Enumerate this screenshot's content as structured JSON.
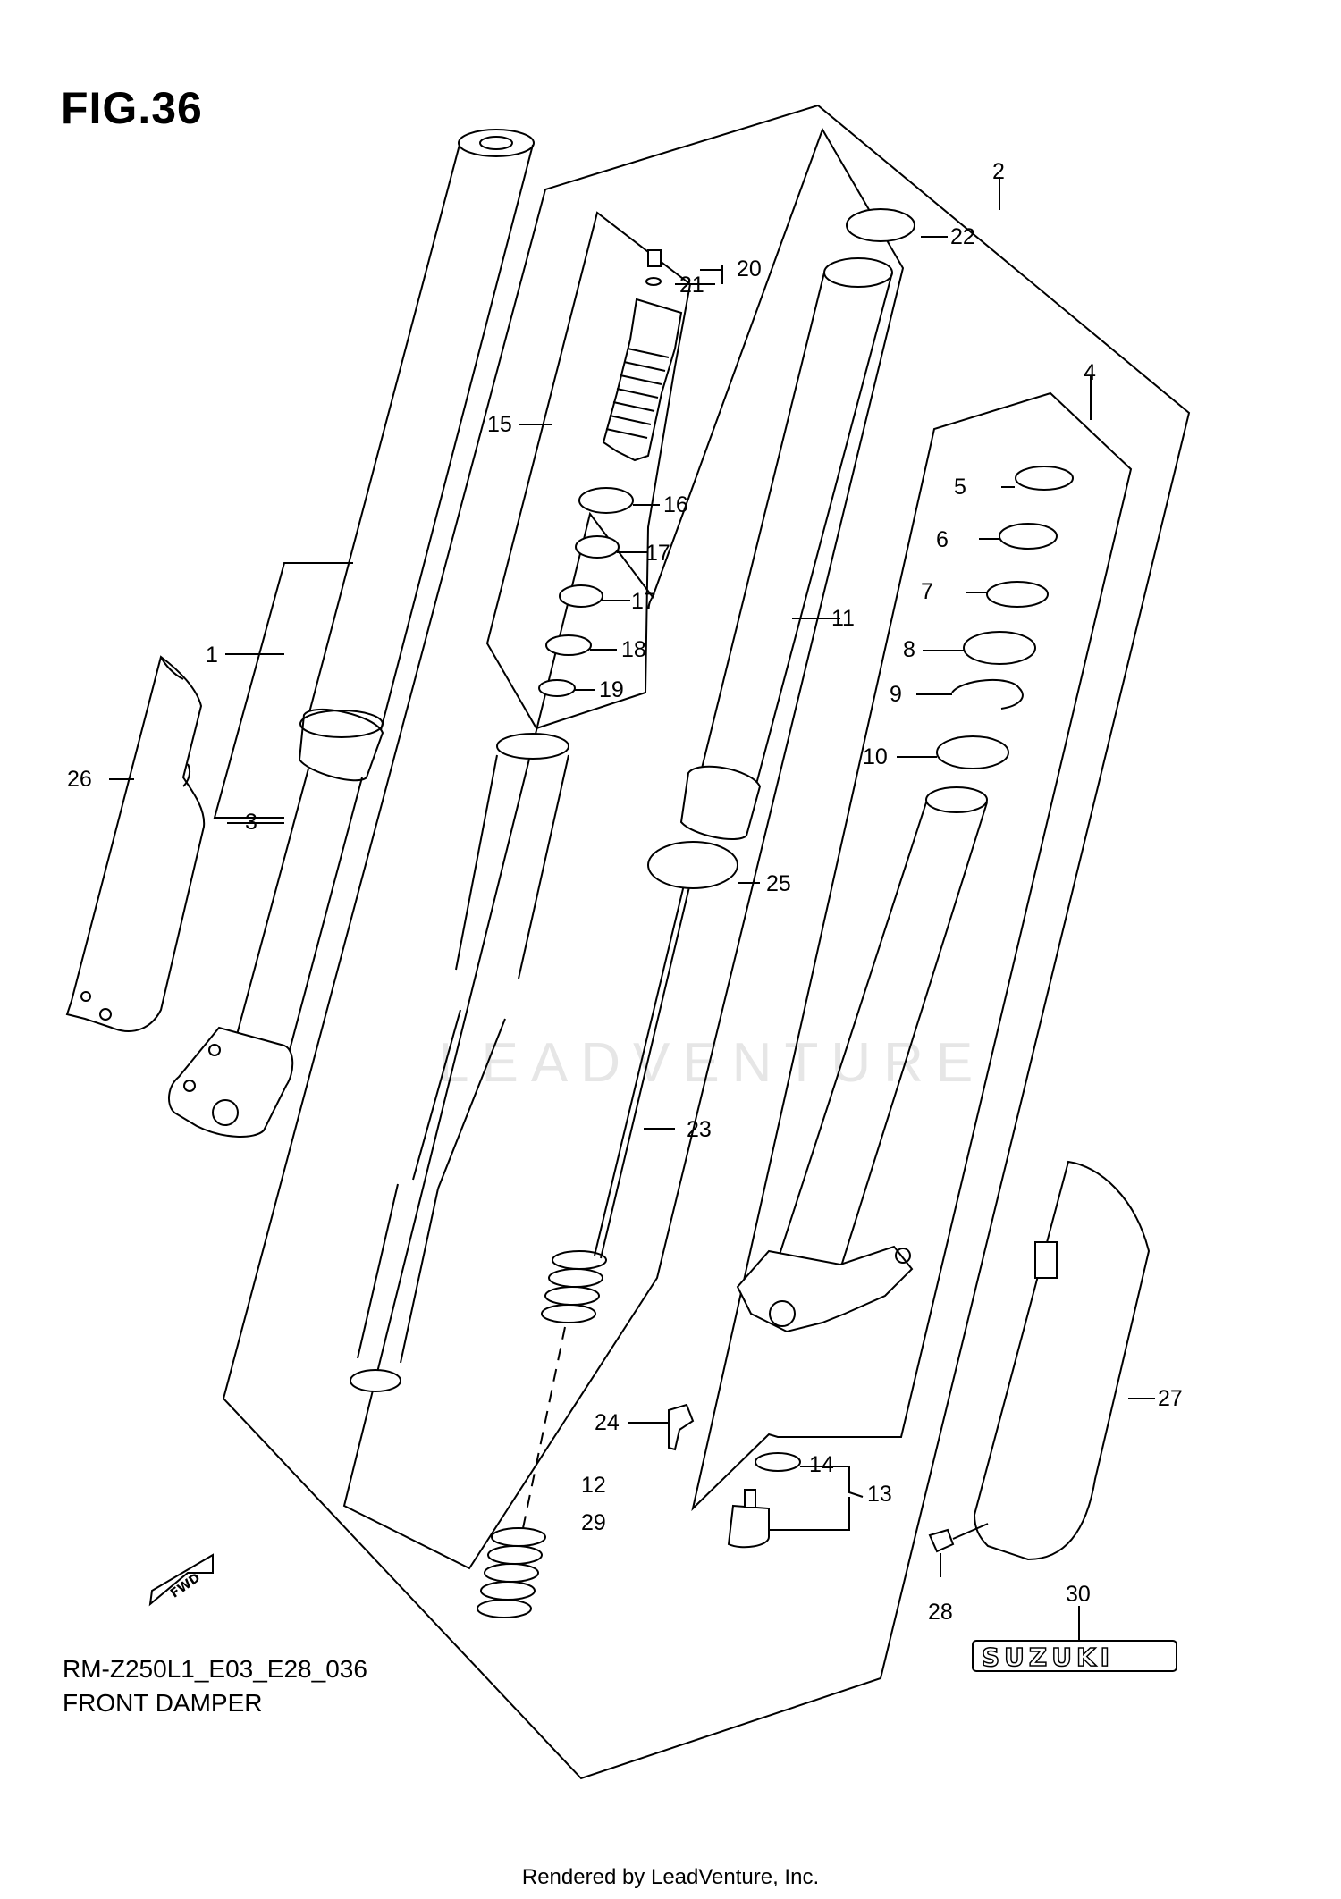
{
  "figure": {
    "title": "FIG.36"
  },
  "caption": {
    "model": "RM-Z250L1_E03_E28_036",
    "name": "FRONT DAMPER"
  },
  "footer": {
    "text": "Rendered by LeadVenture, Inc."
  },
  "watermark": {
    "text": "LEADVENTURE"
  },
  "badges": {
    "fwd": "FWD",
    "suzuki": "SUZUKI"
  },
  "callouts": {
    "c1": "1",
    "c2": "2",
    "c3": "3",
    "c4": "4",
    "c5": "5",
    "c6": "6",
    "c7": "7",
    "c8": "8",
    "c9": "9",
    "c10": "10",
    "c11": "11",
    "c12": "12",
    "c13": "13",
    "c14": "14",
    "c15": "15",
    "c16": "16",
    "c17a": "17",
    "c17b": "17",
    "c18": "18",
    "c19": "19",
    "c20": "20",
    "c21": "21",
    "c22": "22",
    "c23": "23",
    "c24": "24",
    "c25": "25",
    "c26": "26",
    "c27": "27",
    "c28": "28",
    "c29": "29",
    "c30": "30"
  }
}
